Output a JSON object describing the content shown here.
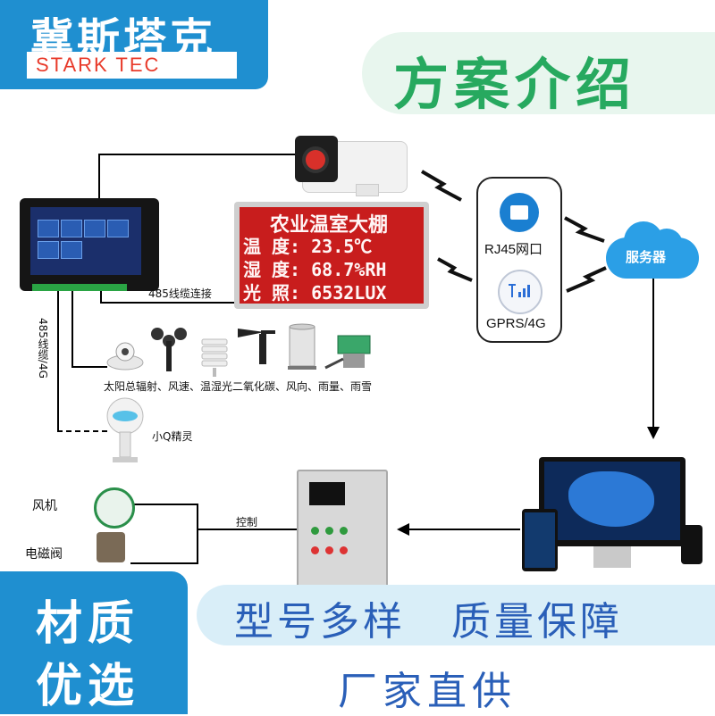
{
  "header": {
    "brand_name": "冀斯塔克",
    "brand_en": "STARK TEC",
    "scheme_title": "方案介绍"
  },
  "led_display": {
    "title": "农业温室大棚",
    "temperature": "温  度: 23.5℃",
    "humidity": "湿  度: 68.7%RH",
    "light": "光  照: 6532LUX"
  },
  "gateway": {
    "rj45_label": "RJ45网口",
    "gprs_label": "GPRS/4G"
  },
  "cloud": {
    "label": "服务器"
  },
  "connections": {
    "cable_485": "485线缆连接",
    "cable_485_4g": "485线缆/4G",
    "control": "控制"
  },
  "sensors": {
    "caption": "太阳总辐射、风速、温湿光二氧化碳、风向、雨量、雨雪"
  },
  "devices": {
    "xiaoq": "小Q精灵",
    "fan": "风机",
    "valve": "电磁阀"
  },
  "bottom": {
    "material_1": "材质",
    "material_2": "优选",
    "slogan_1": "型号多样",
    "slogan_2": "质量保障",
    "slogan_3": "厂家直供"
  },
  "colors": {
    "brand_blue": "#1f8fd0",
    "scheme_green": "#27a95f",
    "led_red": "#c81d1d",
    "slogan_blue": "#2a5fb8"
  }
}
